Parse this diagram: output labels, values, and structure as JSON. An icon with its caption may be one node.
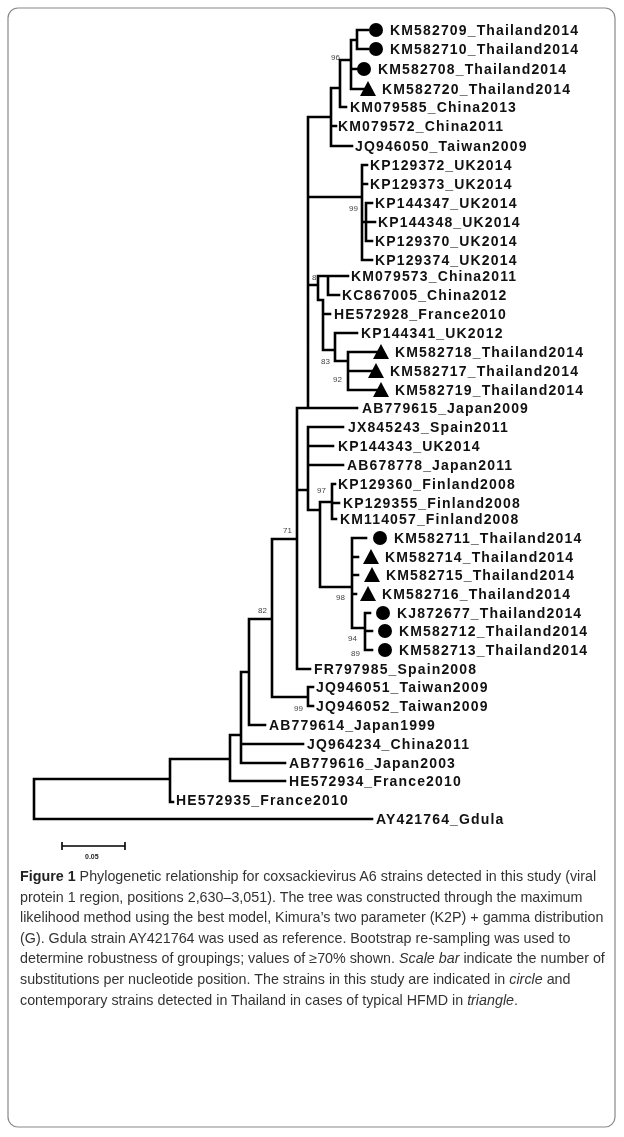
{
  "diagram": {
    "caption": "**Figure 1** Phylogenetic relationship for coxsackievirus A6 strains detected in this study (viral protein 1 region, positions 2,630–3,051). The tree was constructed through the maximum likelihood method using the best model, Kimura’s two parameter (K2P) + gamma distribution (G). Gdula strain AY421764 was used as reference. Bootstrap re-sampling was used to determine robustness of groupings; values of ≥70% shown. *Scale bar* indicate the number of substitutions per nucleotide position. The strains in this study are indicated in *circle* and contemporary strains detected in Thailand in cases of typical HFMD in *triangle*.",
    "labels": [
      "KM582709_Thailand2014",
      "KM582710_Thailand2014",
      "96",
      "KM582708_Thailand2014",
      "KM582720_Thailand2014",
      "KM079585_China2013",
      "KM079572_China2011",
      "JQ946050_Taiwan2009",
      "KP129372_UK2014",
      "KP129373_UK2014",
      "KP144347_UK2014",
      "99",
      "KP144348_UK2014",
      "KP129370_UK2014",
      "KP129374_UK2014",
      "KM079573_China2011",
      "8",
      "KC867005_China2012",
      "HE572928_France2010",
      "KP144341_UK2012",
      "KM582718_Thailand2014",
      "83",
      "KM582717_Thailand2014",
      "92",
      "KM582719_Thailand2014",
      "AB779615_Japan2009",
      "JX845243_Spain2011",
      "KP144343_UK2014",
      "AB678778_Japan2011",
      "KP129360_Finland2008",
      "97",
      "KP129355_Finland2008",
      "KM114057_Finland2008",
      "71",
      "KM582711_Thailand2014",
      "KM582714_Thailand2014",
      "KM582715_Thailand2014",
      "KM582716_Thailand2014",
      "98",
      "82",
      "KJ872677_Thailand2014",
      "KM582712_Thailand2014",
      "94",
      "KM582713_Thailand2014",
      "89",
      "FR797985_Spain2008",
      "JQ946051_Taiwan2009",
      "JQ946052_Taiwan2009",
      "99",
      "AB779614_Japan1999",
      "JQ964234_China2011",
      "AB779616_Japan2003",
      "HE572934_France2010",
      "HE572935_France2010",
      "AY421764_Gdula",
      "0.05"
    ]
  }
}
